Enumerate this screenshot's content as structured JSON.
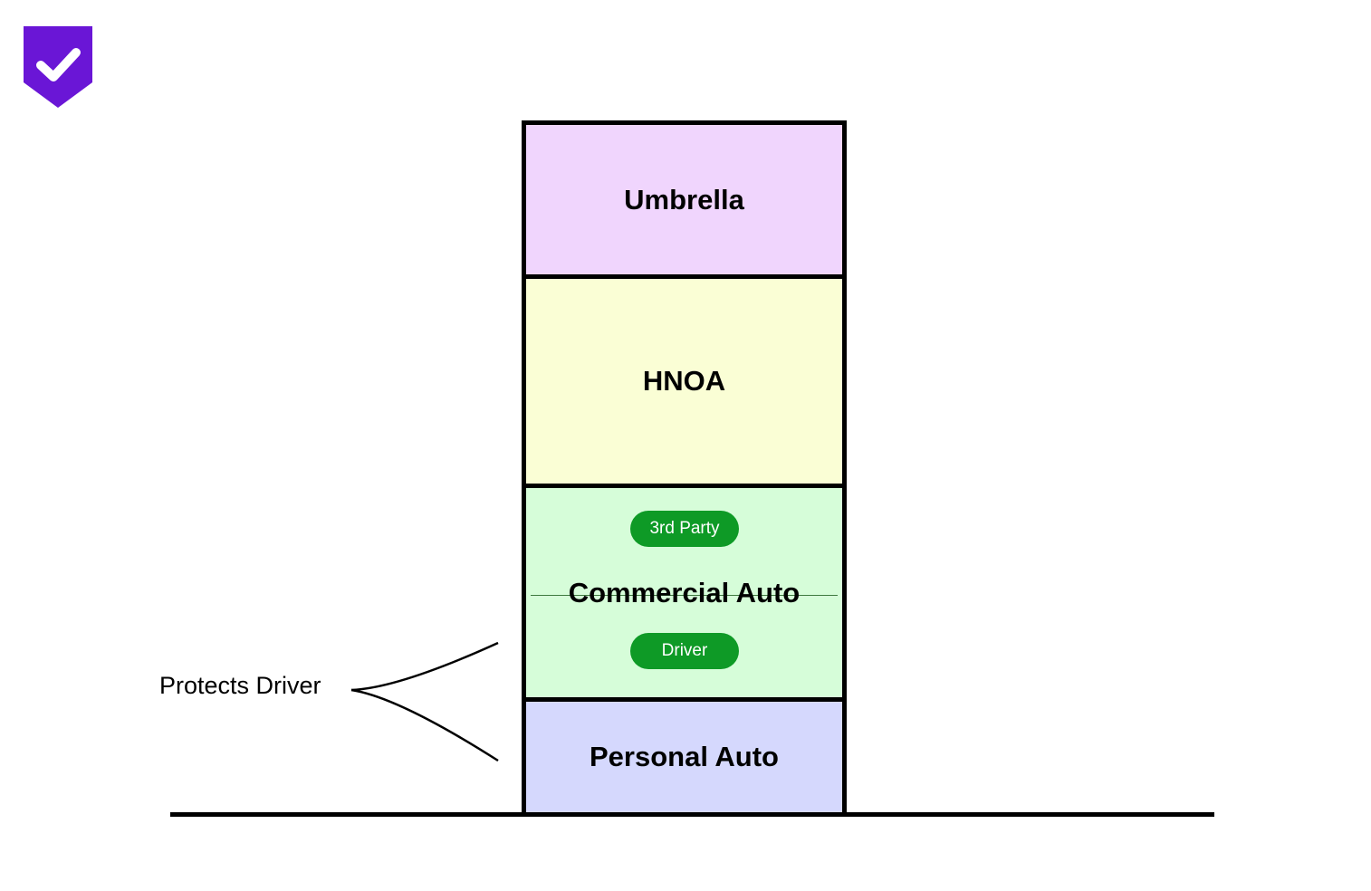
{
  "colors": {
    "logo": "#6a16d6",
    "umbrella_fill": "#f0d5fd",
    "hnoa_fill": "#fafed5",
    "commercial_fill": "#d6fdd9",
    "personal_fill": "#d5d8fd",
    "pill_fill": "#0e9a26",
    "outline": "#000000"
  },
  "logo": {
    "icon": "shield-check-icon"
  },
  "layers": {
    "umbrella": "Umbrella",
    "hnoa": "HNOA",
    "commercial_auto": "Commercial Auto",
    "personal_auto": "Personal Auto"
  },
  "pills": {
    "third_party": "3rd Party",
    "driver": "Driver"
  },
  "annotation": {
    "text": "Protects Driver"
  }
}
